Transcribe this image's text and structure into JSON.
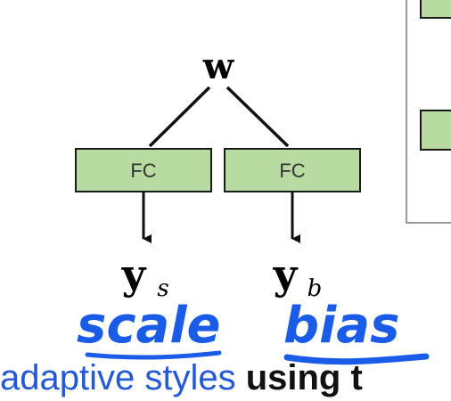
{
  "diagram": {
    "input_label": "w",
    "blocks": [
      {
        "label": "FC"
      },
      {
        "label": "FC"
      }
    ],
    "outputs": [
      {
        "base": "y",
        "sub": "s"
      },
      {
        "base": "y",
        "sub": "b"
      }
    ],
    "annotations": [
      "scale",
      "bias"
    ]
  },
  "caption": {
    "highlighted": "adaptive styles",
    "rest": " using t"
  },
  "colors": {
    "block_fill": "#b7dba0",
    "block_stroke": "#1a1a1a",
    "annotation_ink": "#1a5be8",
    "panel_border": "#9a9a9a"
  }
}
